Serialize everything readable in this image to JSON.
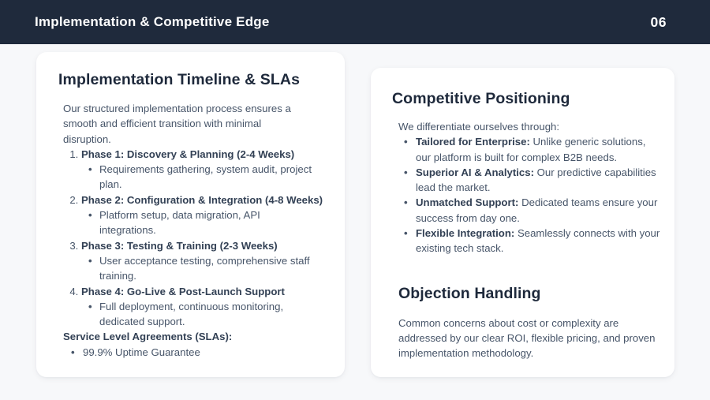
{
  "colors": {
    "header-bg": "#1f2a3c",
    "page-bg": "#f7f8fa",
    "card-bg": "#ffffff",
    "heading-text": "#1e293b",
    "body-text": "#475569",
    "strong-text": "#334155",
    "header-text": "#ffffff"
  },
  "header": {
    "title": "Implementation & Competitive Edge",
    "page_number": "06"
  },
  "left_card": {
    "title": "Implementation Timeline & SLAs",
    "intro_lines": [
      "Our structured implementation process ensures a",
      "smooth and efficient transition with minimal",
      "disruption."
    ],
    "phases": [
      {
        "label": "Phase 1: Discovery & Planning (2-4 Weeks)",
        "detail_line1": "Requirements gathering, system audit, project",
        "detail_line2": "plan."
      },
      {
        "label": "Phase 2: Configuration & Integration (4-8 Weeks)",
        "detail_line1": "Platform setup, data migration, API",
        "detail_line2": "integrations."
      },
      {
        "label": "Phase 3: Testing & Training (2-3 Weeks)",
        "detail_line1": "User acceptance testing, comprehensive staff",
        "detail_line2": "training."
      },
      {
        "label": "Phase 4: Go-Live & Post-Launch Support",
        "detail_line1": "Full deployment, continuous monitoring,",
        "detail_line2": "dedicated support."
      }
    ],
    "sla_heading": "Service Level Agreements (SLAs):",
    "sla_items": [
      "99.9% Uptime Guarantee"
    ]
  },
  "right_card": {
    "positioning_title": "Competitive Positioning",
    "positioning_intro": "We differentiate ourselves through:",
    "bullets": [
      {
        "label": "Tailored for Enterprise:",
        "text_line1": "Unlike generic solutions,",
        "text_line2": "our platform is built for complex B2B needs."
      },
      {
        "label": "Superior AI & Analytics:",
        "text_line1": "Our predictive capabilities",
        "text_line2": "lead the market."
      },
      {
        "label": "Unmatched Support:",
        "text_line1": "Dedicated teams ensure your",
        "text_line2": "success from day one."
      },
      {
        "label": "Flexible Integration:",
        "text_line1": "Seamlessly connects with your",
        "text_line2": "existing tech stack."
      }
    ],
    "objection_title": "Objection Handling",
    "objection_lines": [
      "Common concerns about cost or complexity are",
      "addressed by our clear ROI, flexible pricing, and proven",
      "implementation methodology."
    ]
  }
}
